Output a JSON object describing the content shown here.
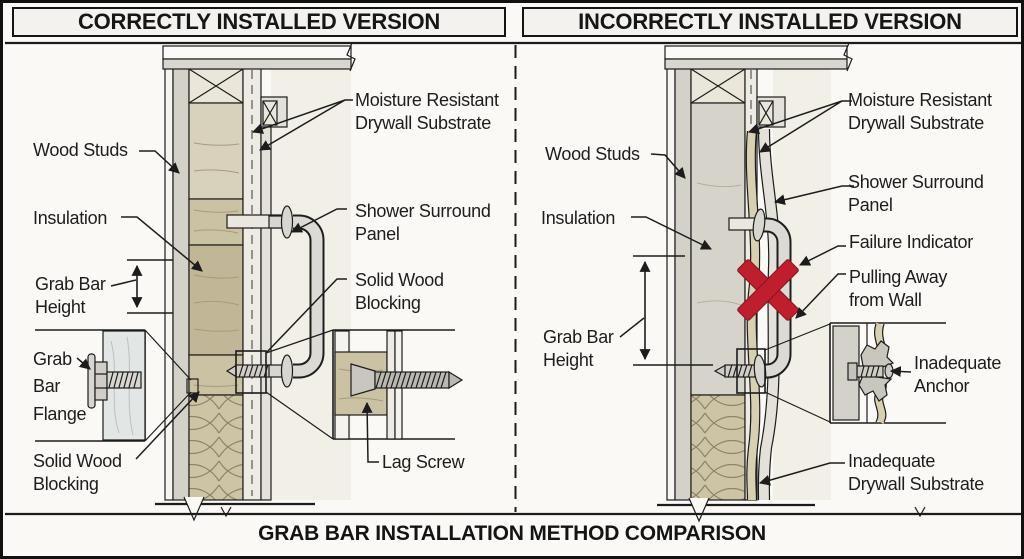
{
  "colors": {
    "failure_red": "#be1e2d",
    "insulation_tan": "#d8d1bc",
    "drywall": "#edebe3",
    "steel": "#d8d6d0",
    "header_fill": "#f3f2ee",
    "background": "#faf9f6",
    "line": "#1c1c1c"
  },
  "left_panel": {
    "header": "CORRECTLY INSTALLED VERSION",
    "labels": {
      "wood_studs": "Wood Studs",
      "insulation": "Insulation",
      "grab_bar_height": "Grab Bar\nHeight",
      "grab_bar_flange": "Grab\nBar\nFlange",
      "solid_wood_blocking_lower": "Solid Wood\nBlocking",
      "moisture_resistant": "Moisture Resistant\nDrywall Substrate",
      "shower_surround": "Shower Surround\nPanel",
      "solid_wood_blocking_right": "Solid Wood\nBlocking",
      "lag_screw": "Lag Screw"
    }
  },
  "right_panel": {
    "header": "INCORRECTLY INSTALLED VERSION",
    "failure_icon": "red-x",
    "labels": {
      "wood_studs": "Wood Studs",
      "insulation": "Insulation",
      "grab_bar_height": "Grab Bar\nHeight",
      "moisture_resistant": "Moisture Resistant\nDrywall Substrate",
      "shower_surround": "Shower Surround\nPanel",
      "failure_indicator": "Failure Indicator",
      "pulling_away": "Pulling Away\nfrom Wall",
      "inadequate_anchor": "Inadequate\nAnchor",
      "inadequate_drywall": "Inadequate\nDrywall Substrate"
    }
  },
  "footer": {
    "title": "GRAB BAR INSTALLATION METHOD COMPARISON"
  }
}
